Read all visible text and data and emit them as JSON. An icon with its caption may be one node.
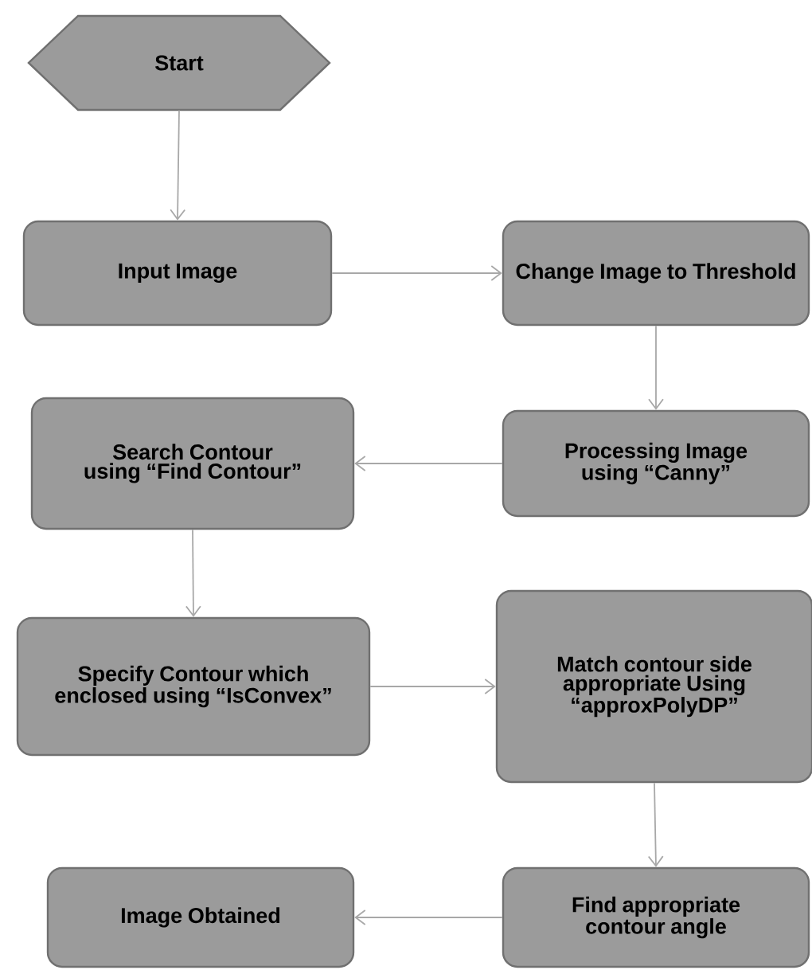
{
  "diagram": {
    "nodes": [
      {
        "text": [
          "Start"
        ]
      },
      {
        "text": [
          "Input Image"
        ]
      },
      {
        "text": [
          "Change Image to Threshold"
        ]
      },
      {
        "text": [
          "Processing Image using “Canny”"
        ]
      },
      {
        "text": [
          "Search Contour using “Find Contour”"
        ]
      },
      {
        "text": [
          "Specify Contour which enclosed using “IsConvex”"
        ]
      },
      {
        "text": [
          "Match contour side appropriate Using “approxPolyDP”"
        ]
      },
      {
        "text": [
          "Find appropriate contour angle"
        ]
      },
      {
        "text": [
          "Image Obtained"
        ]
      }
    ],
    "edges": [
      {
        "from": 0,
        "to": 1,
        "arrow": "to"
      },
      {
        "from": 1,
        "to": 2,
        "arrow": "to"
      },
      {
        "from": 2,
        "to": 3,
        "arrow": "to"
      },
      {
        "from": 3,
        "to": 4,
        "arrow": "to"
      },
      {
        "from": 4,
        "to": 5,
        "arrow": "to"
      },
      {
        "from": 5,
        "to": 6,
        "arrow": "to"
      },
      {
        "from": 6,
        "to": 7,
        "arrow": "to"
      },
      {
        "from": 7,
        "to": 8,
        "arrow": "to"
      }
    ]
  }
}
